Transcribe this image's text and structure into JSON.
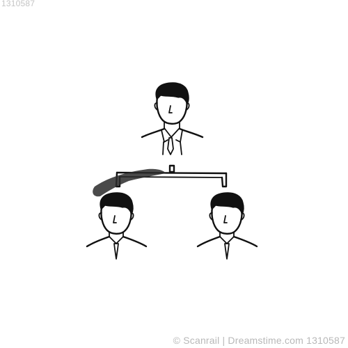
{
  "watermark": {
    "top_text": "1310587",
    "bottom_text": "© Scanrail | Dreamstime.com 1310587"
  },
  "diagram": {
    "kind": "hand-drawn team hierarchy",
    "nodes": [
      {
        "id": "manager",
        "role": "top",
        "icon": "person-icon"
      },
      {
        "id": "member-left",
        "role": "subordinate",
        "icon": "person-icon"
      },
      {
        "id": "member-right",
        "role": "subordinate",
        "icon": "person-icon"
      }
    ],
    "edges": [
      {
        "from": "manager",
        "to": "member-left"
      },
      {
        "from": "manager",
        "to": "member-right"
      }
    ],
    "stroke_color": "#111111",
    "background": "#ffffff"
  }
}
